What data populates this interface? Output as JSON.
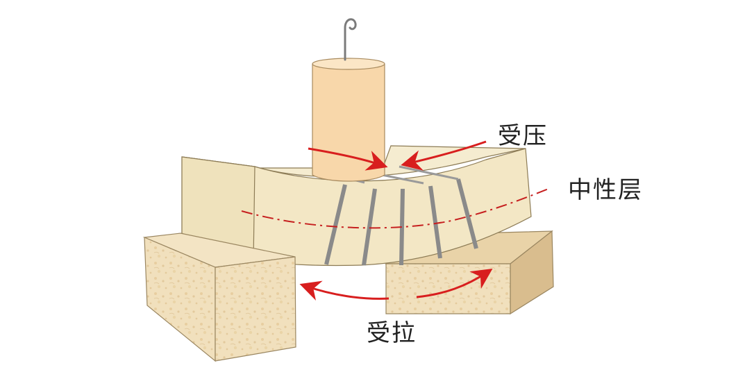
{
  "labels": {
    "compression": "受压",
    "neutral_layer": "中性层",
    "tension": "受拉"
  },
  "colors": {
    "arrow": "#d81e1e",
    "neutral_line": "#c61f1f",
    "beam_fill": "#f2e7c3",
    "beam_stroke": "#8c7b55",
    "weight_fill": "#f8d7aa",
    "support_fill": "#efdcb6",
    "slit": "#8a8a8a"
  },
  "icons": {
    "weight": "cylindrical-weight-icon",
    "hook": "hook-icon"
  }
}
